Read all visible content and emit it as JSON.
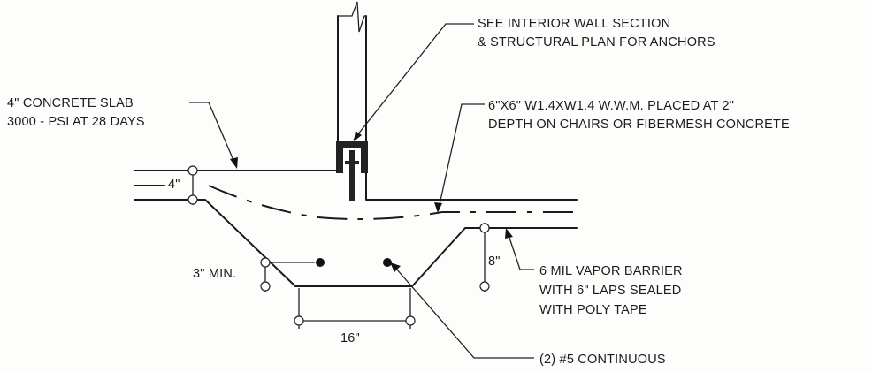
{
  "notes": {
    "wall_section": [
      "SEE INTERIOR WALL SECTION",
      "& STRUCTURAL PLAN FOR ANCHORS"
    ],
    "slab": [
      "4\" CONCRETE SLAB",
      "3000 - PSI AT 28 DAYS"
    ],
    "mesh": [
      "6\"X6\" W1.4XW1.4 W.W.M. PLACED AT 2\"",
      "DEPTH ON CHAIRS OR FIBERMESH CONCRETE"
    ],
    "vapor": [
      "6 MIL VAPOR BARRIER",
      "WITH 6\" LAPS SEALED",
      "WITH POLY TAPE"
    ],
    "rebar": "(2) #5 CONTINUOUS"
  },
  "dimensions": {
    "slab_thickness": "4\"",
    "cover": "3\" MIN.",
    "depth": "8\"",
    "width": "16\""
  }
}
